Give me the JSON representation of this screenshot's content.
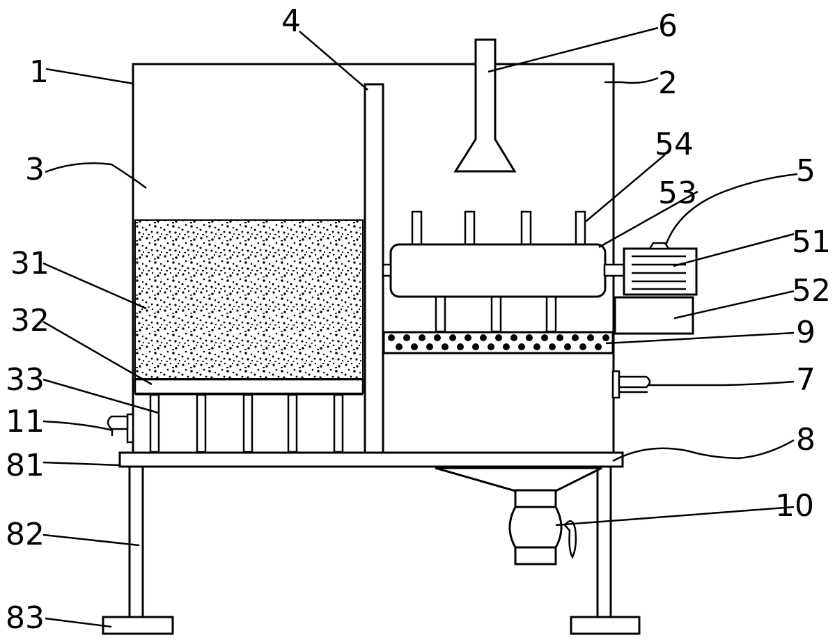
{
  "labels": {
    "l1": "1",
    "l2": "2",
    "l3": "3",
    "l4": "4",
    "l5": "5",
    "l6": "6",
    "l7": "7",
    "l8": "8",
    "l9": "9",
    "l10": "10",
    "l11": "11",
    "l31": "31",
    "l32": "32",
    "l33": "33",
    "l51": "51",
    "l52": "52",
    "l53": "53",
    "l54": "54",
    "l81": "81",
    "l82": "82",
    "l83": "83"
  },
  "colors": {
    "line": "#000000",
    "background": "#ffffff"
  }
}
